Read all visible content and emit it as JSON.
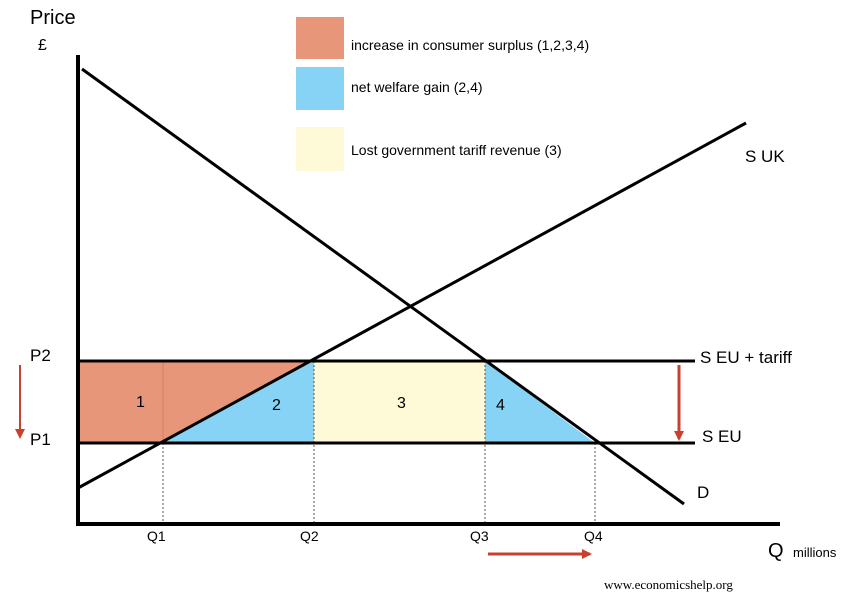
{
  "axes": {
    "y_title": "Price",
    "y_unit": "£",
    "x_title": "Q",
    "x_unit": "millions"
  },
  "price_labels": {
    "p2": "P2",
    "p1": "P1"
  },
  "quantity_labels": [
    "Q1",
    "Q2",
    "Q3",
    "Q4"
  ],
  "curves": {
    "s_uk": "S UK",
    "s_eu_tariff": "S EU + tariff",
    "s_eu": "S EU",
    "demand": "D"
  },
  "areas": {
    "a1": "1",
    "a2": "2",
    "a3": "3",
    "a4": "4"
  },
  "legend": [
    {
      "label": "increase in consumer surplus (1,2,3,4)",
      "color": "#E8967A"
    },
    {
      "label": "net welfare gain (2,4)",
      "color": "#86D3F5"
    },
    {
      "label": "Lost government tariff revenue (3)",
      "color": "#FEF9D7"
    }
  ],
  "colors": {
    "consumer_surplus": "#E8967A",
    "welfare_gain": "#86D3F5",
    "tariff_revenue": "#FEF9D7",
    "arrow": "#C9402E",
    "line": "#000000"
  },
  "watermark": "www.economicshelp.org"
}
